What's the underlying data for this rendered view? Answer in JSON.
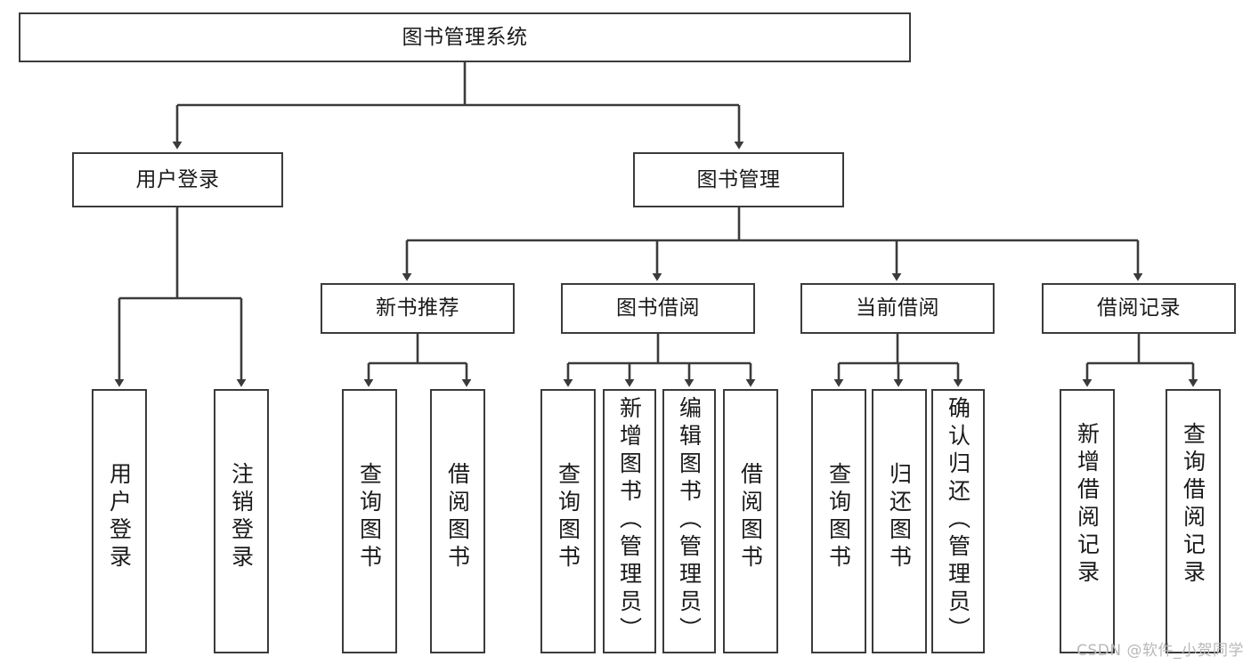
{
  "diagram": {
    "title": "图书管理系统",
    "type": "tree-hierarchy",
    "root": {
      "label": "图书管理系统"
    },
    "level2": [
      {
        "label": "用户登录"
      },
      {
        "label": "图书管理"
      }
    ],
    "level3": [
      {
        "label": "新书推荐"
      },
      {
        "label": "图书借阅"
      },
      {
        "label": "当前借阅"
      },
      {
        "label": "借阅记录"
      }
    ],
    "leaves": {
      "user_login": [
        {
          "label": "用户登录"
        },
        {
          "label": "注销登录"
        }
      ],
      "new_book_recommend": [
        {
          "label": "查询图书"
        },
        {
          "label": "借阅图书"
        }
      ],
      "book_borrow": [
        {
          "label": "查询图书"
        },
        {
          "label": "新增图书（管理员）"
        },
        {
          "label": "编辑图书（管理员）"
        },
        {
          "label": "借阅图书"
        }
      ],
      "current_borrow": [
        {
          "label": "查询图书"
        },
        {
          "label": "归还图书"
        },
        {
          "label": "确认归还（管理员）"
        }
      ],
      "borrow_record": [
        {
          "label": "新增借阅记录"
        },
        {
          "label": "查询借阅记录"
        }
      ]
    }
  },
  "watermark": {
    "text": "CSDN @软件_小贺同学"
  },
  "colors": {
    "stroke": "#3b3b3b",
    "background": "#ffffff",
    "text": "#1a1a1a",
    "watermark": "#b8b8b8"
  }
}
